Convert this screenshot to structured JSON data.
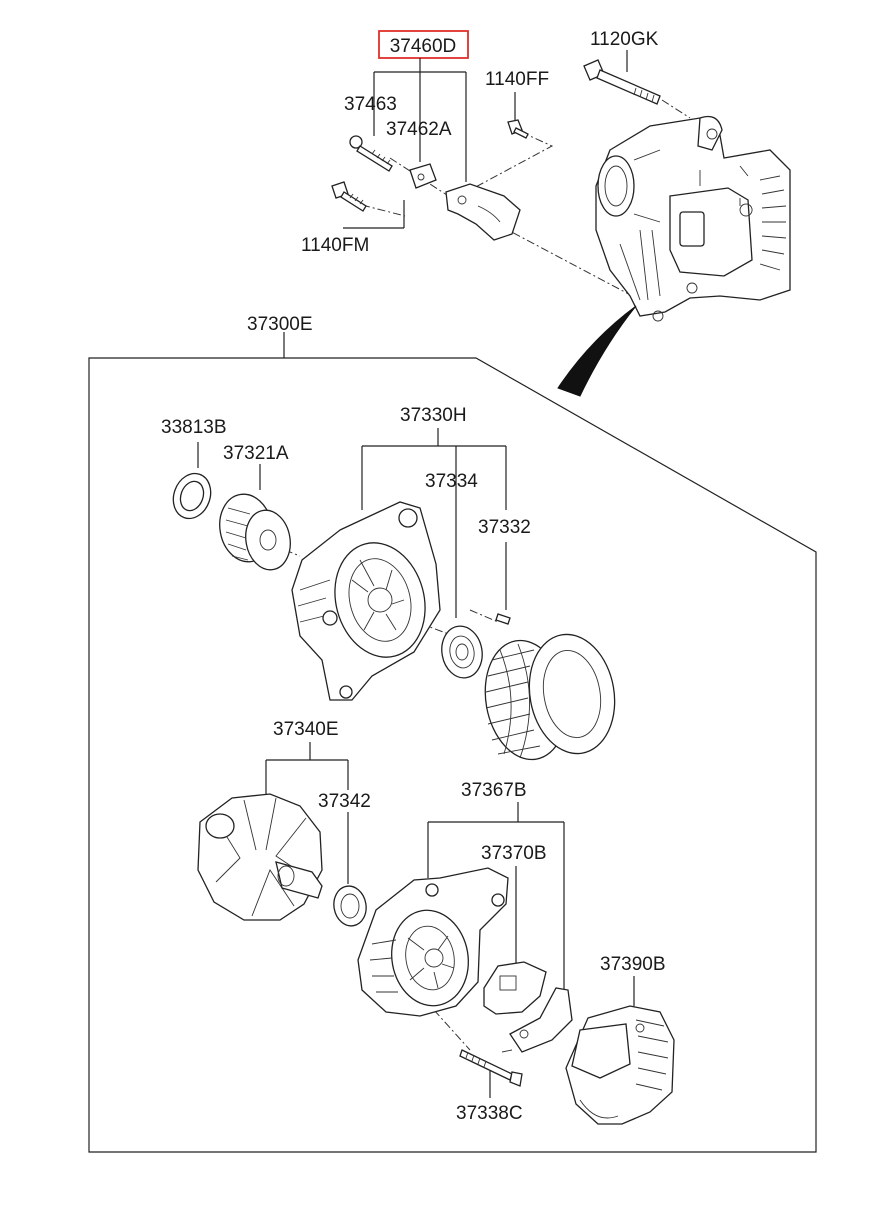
{
  "part_numbers": {
    "assembly_bracket": "37460D",
    "bolt_37463": "37463",
    "bracket_37462A": "37462A",
    "bolt_1140FM": "1140FM",
    "bolt_1140FF": "1140FF",
    "bolt_1120GK": "1120GK",
    "alternator_assy": "37300E",
    "gasket": "33813B",
    "pulley": "37321A",
    "front_bracket_assy": "37330H",
    "bearing_front": "37334",
    "screw": "37332",
    "rotor_assy": "37340E",
    "bearing_rear": "37342",
    "rear_bracket_assy": "37367B",
    "regulator": "37370B",
    "rear_cover": "37390B",
    "through_bolt": "37338C"
  },
  "highlighted_part": "37460D",
  "colors": {
    "highlight": "#e0302a",
    "line": "#222222"
  }
}
